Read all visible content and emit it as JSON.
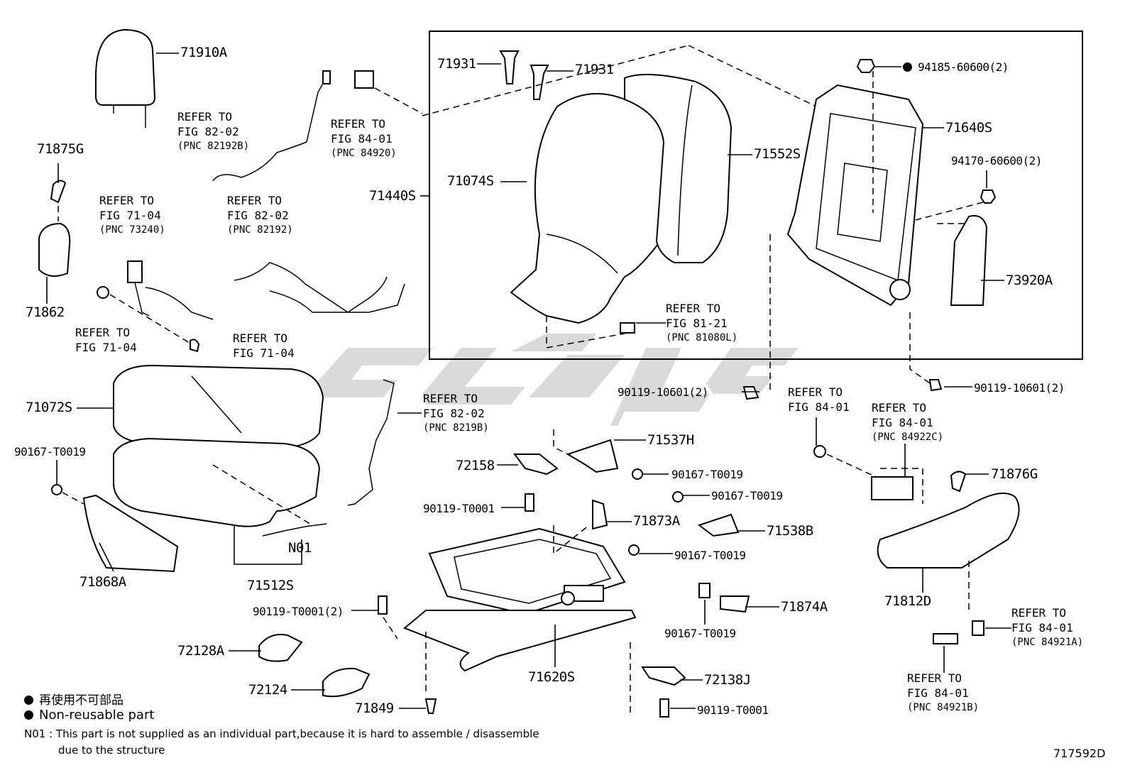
{
  "watermark": "ssvg-logo",
  "parts": {
    "p71910A": "71910A",
    "p71875G": "71875G",
    "p71862": "71862",
    "p71931a": "71931",
    "p71931b": "71931",
    "p71074S": "71074S",
    "p71440S": "71440S",
    "p71552S": "71552S",
    "p94185": "94185-60600(2)",
    "p71640S": "71640S",
    "p94170": "94170-60600(2)",
    "p73920A": "73920A",
    "p71072S": "71072S",
    "p90167_left": "90167-T0019",
    "p71868A": "71868A",
    "p71512S": "71512S",
    "pN01": "N01",
    "p90119_10601_mid": "90119-10601(2)",
    "p90119_10601_right": "90119-10601(2)",
    "p71537H": "71537H",
    "p72158": "72158",
    "p90167_a": "90167-T0019",
    "p90167_b": "90167-T0019",
    "p90119_T0001_a": "90119-T0001",
    "p71873A": "71873A",
    "p71538B": "71538B",
    "p90167_c": "90167-T0019",
    "p90119_T0001_2": "90119-T0001(2)",
    "p71874A": "71874A",
    "p90167_d": "90167-T0019",
    "p72128A": "72128A",
    "p71620S": "71620S",
    "p72124": "72124",
    "p72138J": "72138J",
    "p71849": "71849",
    "p90119_T0001_b": "90119-T0001",
    "p71876G": "71876G",
    "p71812D": "71812D"
  },
  "refs": {
    "r1": {
      "l1": "REFER TO",
      "l2": "FIG 82-02",
      "pnc": "(PNC 82192B)"
    },
    "r2": {
      "l1": "REFER TO",
      "l2": "FIG 84-01",
      "pnc": "(PNC 84920)"
    },
    "r3": {
      "l1": "REFER TO",
      "l2": "FIG 71-04",
      "pnc": "(PNC 73240)"
    },
    "r4": {
      "l1": "REFER TO",
      "l2": "FIG 82-02",
      "pnc": "(PNC 82192)"
    },
    "r5": {
      "l1": "REFER TO",
      "l2": "FIG 71-04"
    },
    "r6": {
      "l1": "REFER TO",
      "l2": "FIG 71-04"
    },
    "r7": {
      "l1": "REFER TO",
      "l2": "FIG 81-21",
      "pnc": "(PNC 81080L)"
    },
    "r8": {
      "l1": "REFER TO",
      "l2": "FIG 82-02",
      "pnc": "(PNC 8219B)"
    },
    "r9": {
      "l1": "REFER TO",
      "l2": "FIG 84-01"
    },
    "r10": {
      "l1": "REFER TO",
      "l2": "FIG 84-01",
      "pnc": "(PNC 84922C)"
    },
    "r11": {
      "l1": "REFER TO",
      "l2": "FIG 84-01",
      "pnc": "(PNC 84921A)"
    },
    "r12": {
      "l1": "REFER TO",
      "l2": "FIG 84-01",
      "pnc": "(PNC 84921B)"
    }
  },
  "legend": {
    "jp": "再使用不可部品",
    "en": "Non-reusable part",
    "note_key": "N01 :",
    "note_l1": "This part is not supplied as an individual part,because it is hard to assemble / disassemble",
    "note_l2": "due to the structure"
  },
  "figure_code": "717592D"
}
